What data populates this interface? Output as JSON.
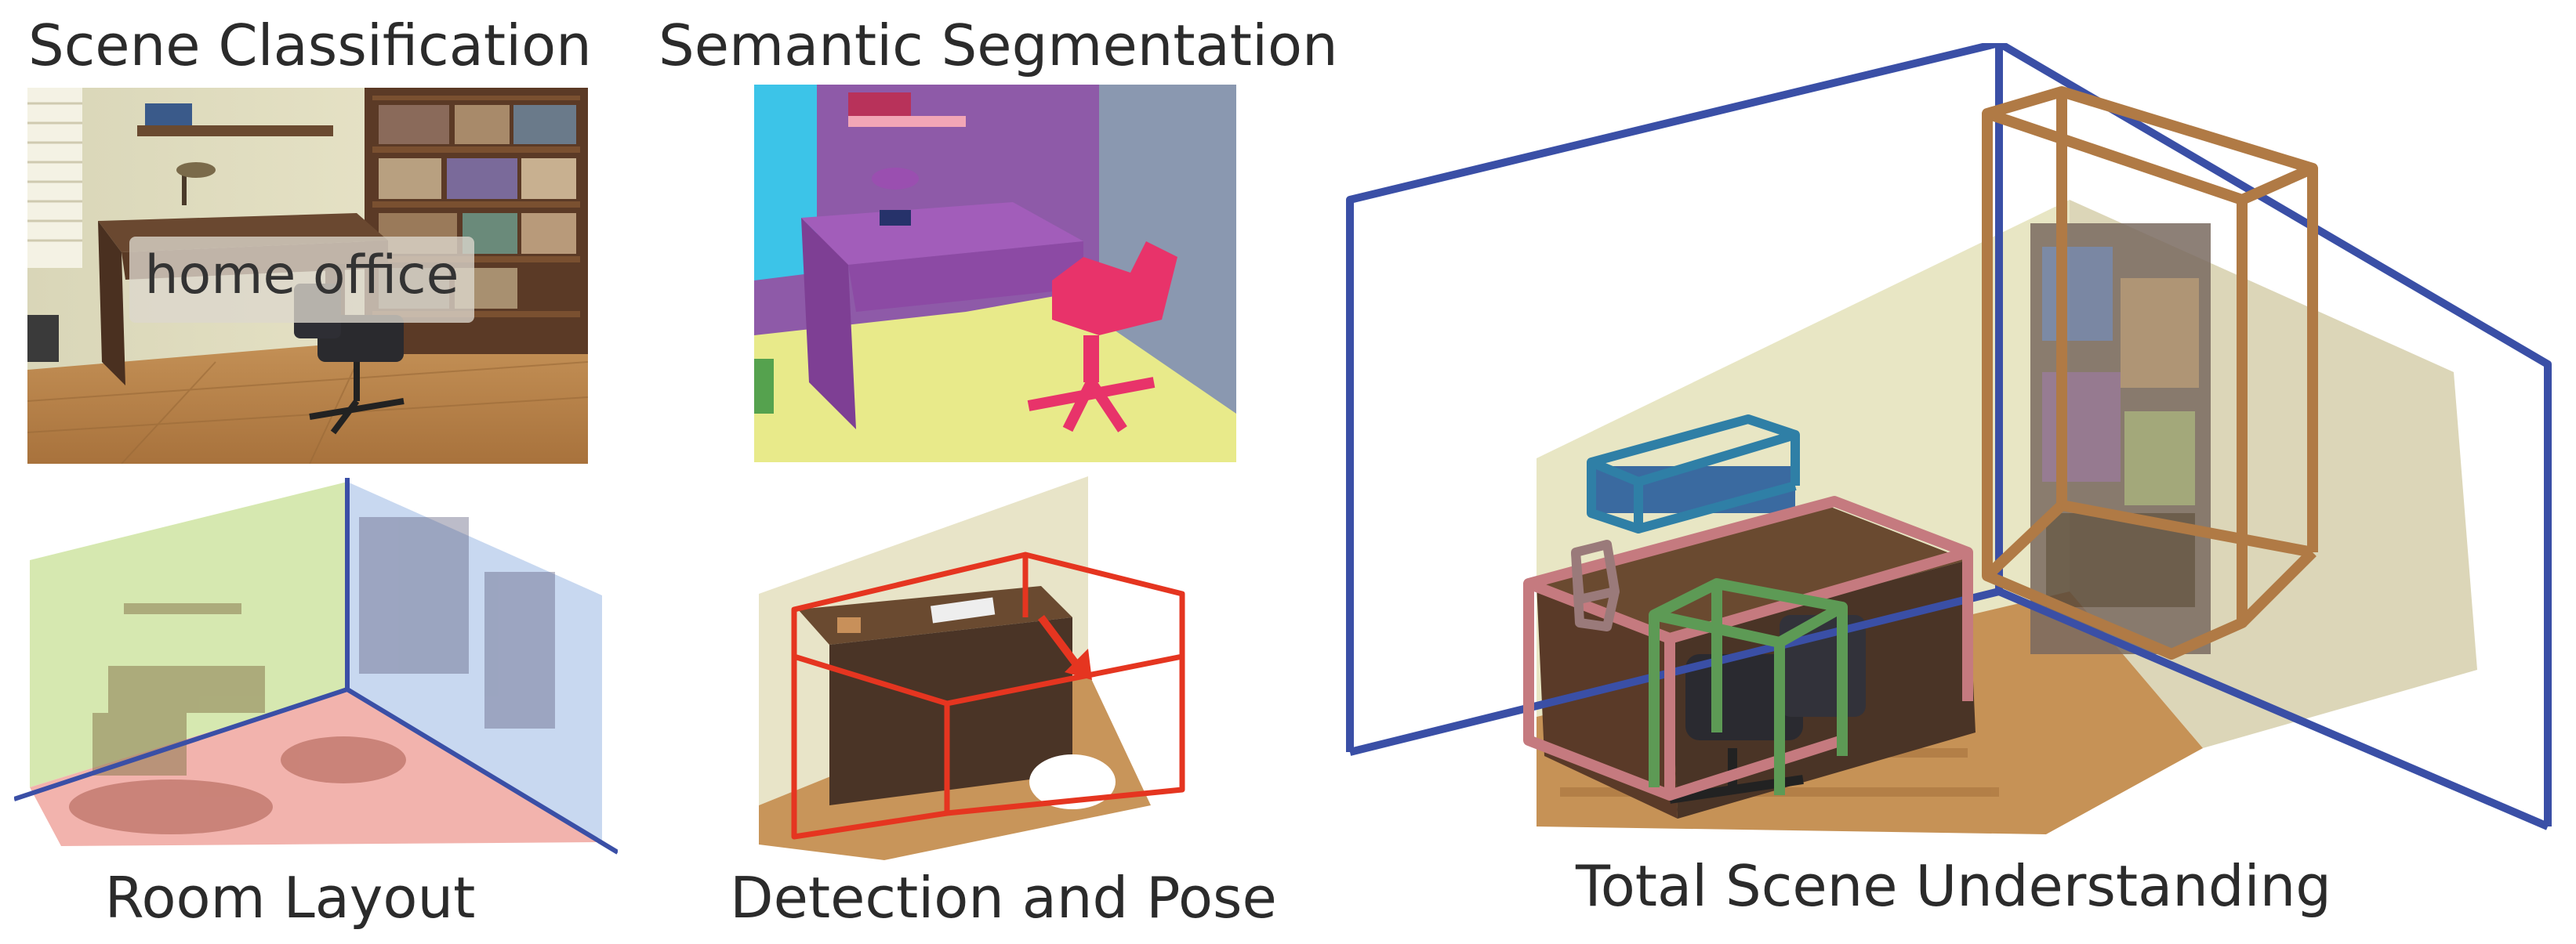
{
  "captions": {
    "scene_classification": "Scene Classification",
    "semantic_segmentation": "Semantic Segmentation",
    "room_layout": "Room Layout",
    "detection_and_pose": "Detection and Pose",
    "total_scene_understanding": "Total Scene Understanding"
  },
  "scene_label": "home office",
  "colors": {
    "room_layout_frame": "#3a4fa6",
    "detection_box": "#e53520",
    "bookshelf_box": "#b07a45",
    "desk_box": "#c57a7f",
    "chair_box": "#5d9a55",
    "lamp_box": "#9a7a7a",
    "shelf_box": "#2f7fa6",
    "seg_wall_purple": "#8e5aa8",
    "seg_wall_gray": "#8a98b0",
    "seg_floor_yellow": "#e8ea8a",
    "seg_chair_pink": "#e8336a",
    "seg_window_cyan": "#3cc4e8",
    "seg_desk_violet": "#a25dba"
  }
}
